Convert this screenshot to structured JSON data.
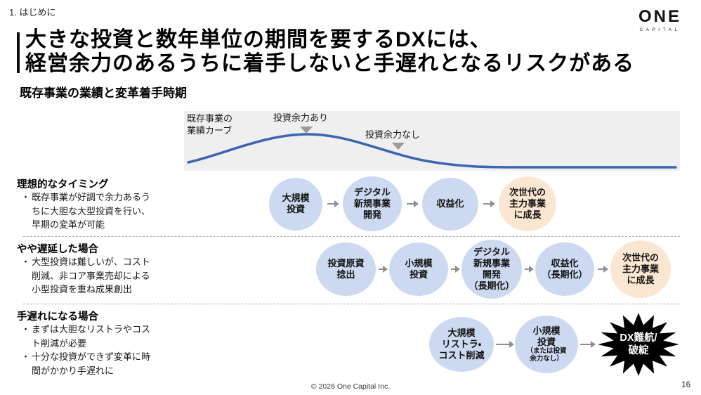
{
  "slide": {
    "section_label": "1. はじめに",
    "title_line1": "大きな投資と数年単位の期間を要するDXには、",
    "title_line2": "経営余力のあるうちに着手しないと手遅れとなるリスクがある",
    "subtitle": "既存事業の業績と変革着手時期",
    "footer": "© 2026 One Capital Inc.",
    "page_number": "16"
  },
  "logo": {
    "text": "ONE",
    "subtext": "CAPITAL"
  },
  "chart": {
    "type": "curve",
    "curve_label": "既存事業の\n業績カーブ",
    "marker_available": "投資余力あり",
    "marker_none": "投資余力なし"
  },
  "ui": {
    "bullet_glyph": "・"
  },
  "colors": {
    "step_blue": "#cdd9f0",
    "step_orange": "#fbe7d1",
    "curve_blue": "#3a67ad",
    "chart_bg": "#efefef",
    "burst_black": "#000000",
    "arrow_gray": "#8f8f8f"
  },
  "scenarios": [
    {
      "heading": "理想的なタイミング",
      "bullets": [
        "既存事業が好調で余力あるうちに大胆な大型投資を行い、早期の変革が可能"
      ],
      "steps": [
        {
          "label": "大規模\n投資"
        },
        {
          "label": "デジタル\n新規事業\n開発"
        },
        {
          "label": "収益化"
        },
        {
          "label": "次世代の\n主力事業\nに成長"
        }
      ]
    },
    {
      "heading": "やや遅延した場合",
      "bullets": [
        "大型投資は難しいが、コスト削減、非コア事業売却による小型投資を重ね成果創出"
      ],
      "steps": [
        {
          "label": "投資原資\n捻出"
        },
        {
          "label": "小規模\n投資"
        },
        {
          "label": "デジタル\n新規事業\n開発\n（長期化）"
        },
        {
          "label": "収益化\n（長期化）"
        },
        {
          "label": "次世代の\n主力事業\nに成長"
        }
      ]
    },
    {
      "heading": "手遅れになる場合",
      "bullets": [
        "まずは大胆なリストラやコスト削減が必要",
        "十分な投資ができず変革に時間がかかり手遅れに"
      ],
      "steps": [
        {
          "label": "大規模\nリストラ・\nコスト削減"
        },
        {
          "label": "小規模\n投資",
          "sublabel": "（または投資\n余力なし）"
        },
        {
          "label": "DX難航/\n破綻"
        }
      ]
    }
  ]
}
